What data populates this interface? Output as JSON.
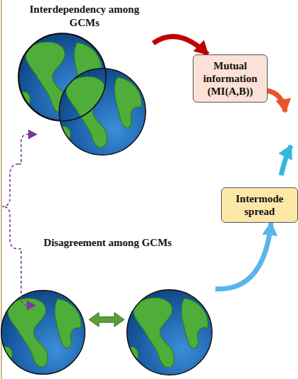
{
  "diagram": {
    "nodes": [
      {
        "text": [
          "Interdependency among GCMs"
        ]
      },
      {
        "text": [
          "Mutual information (MI(A,B))"
        ]
      },
      {
        "text": [
          "Intermode spread"
        ]
      },
      {
        "text": [
          "Disagreement among GCMs"
        ]
      }
    ],
    "edges": [
      {
        "from": 0,
        "to": 1,
        "arrow": "to"
      },
      {
        "from": 3,
        "to": 2,
        "arrow": "to"
      }
    ]
  }
}
